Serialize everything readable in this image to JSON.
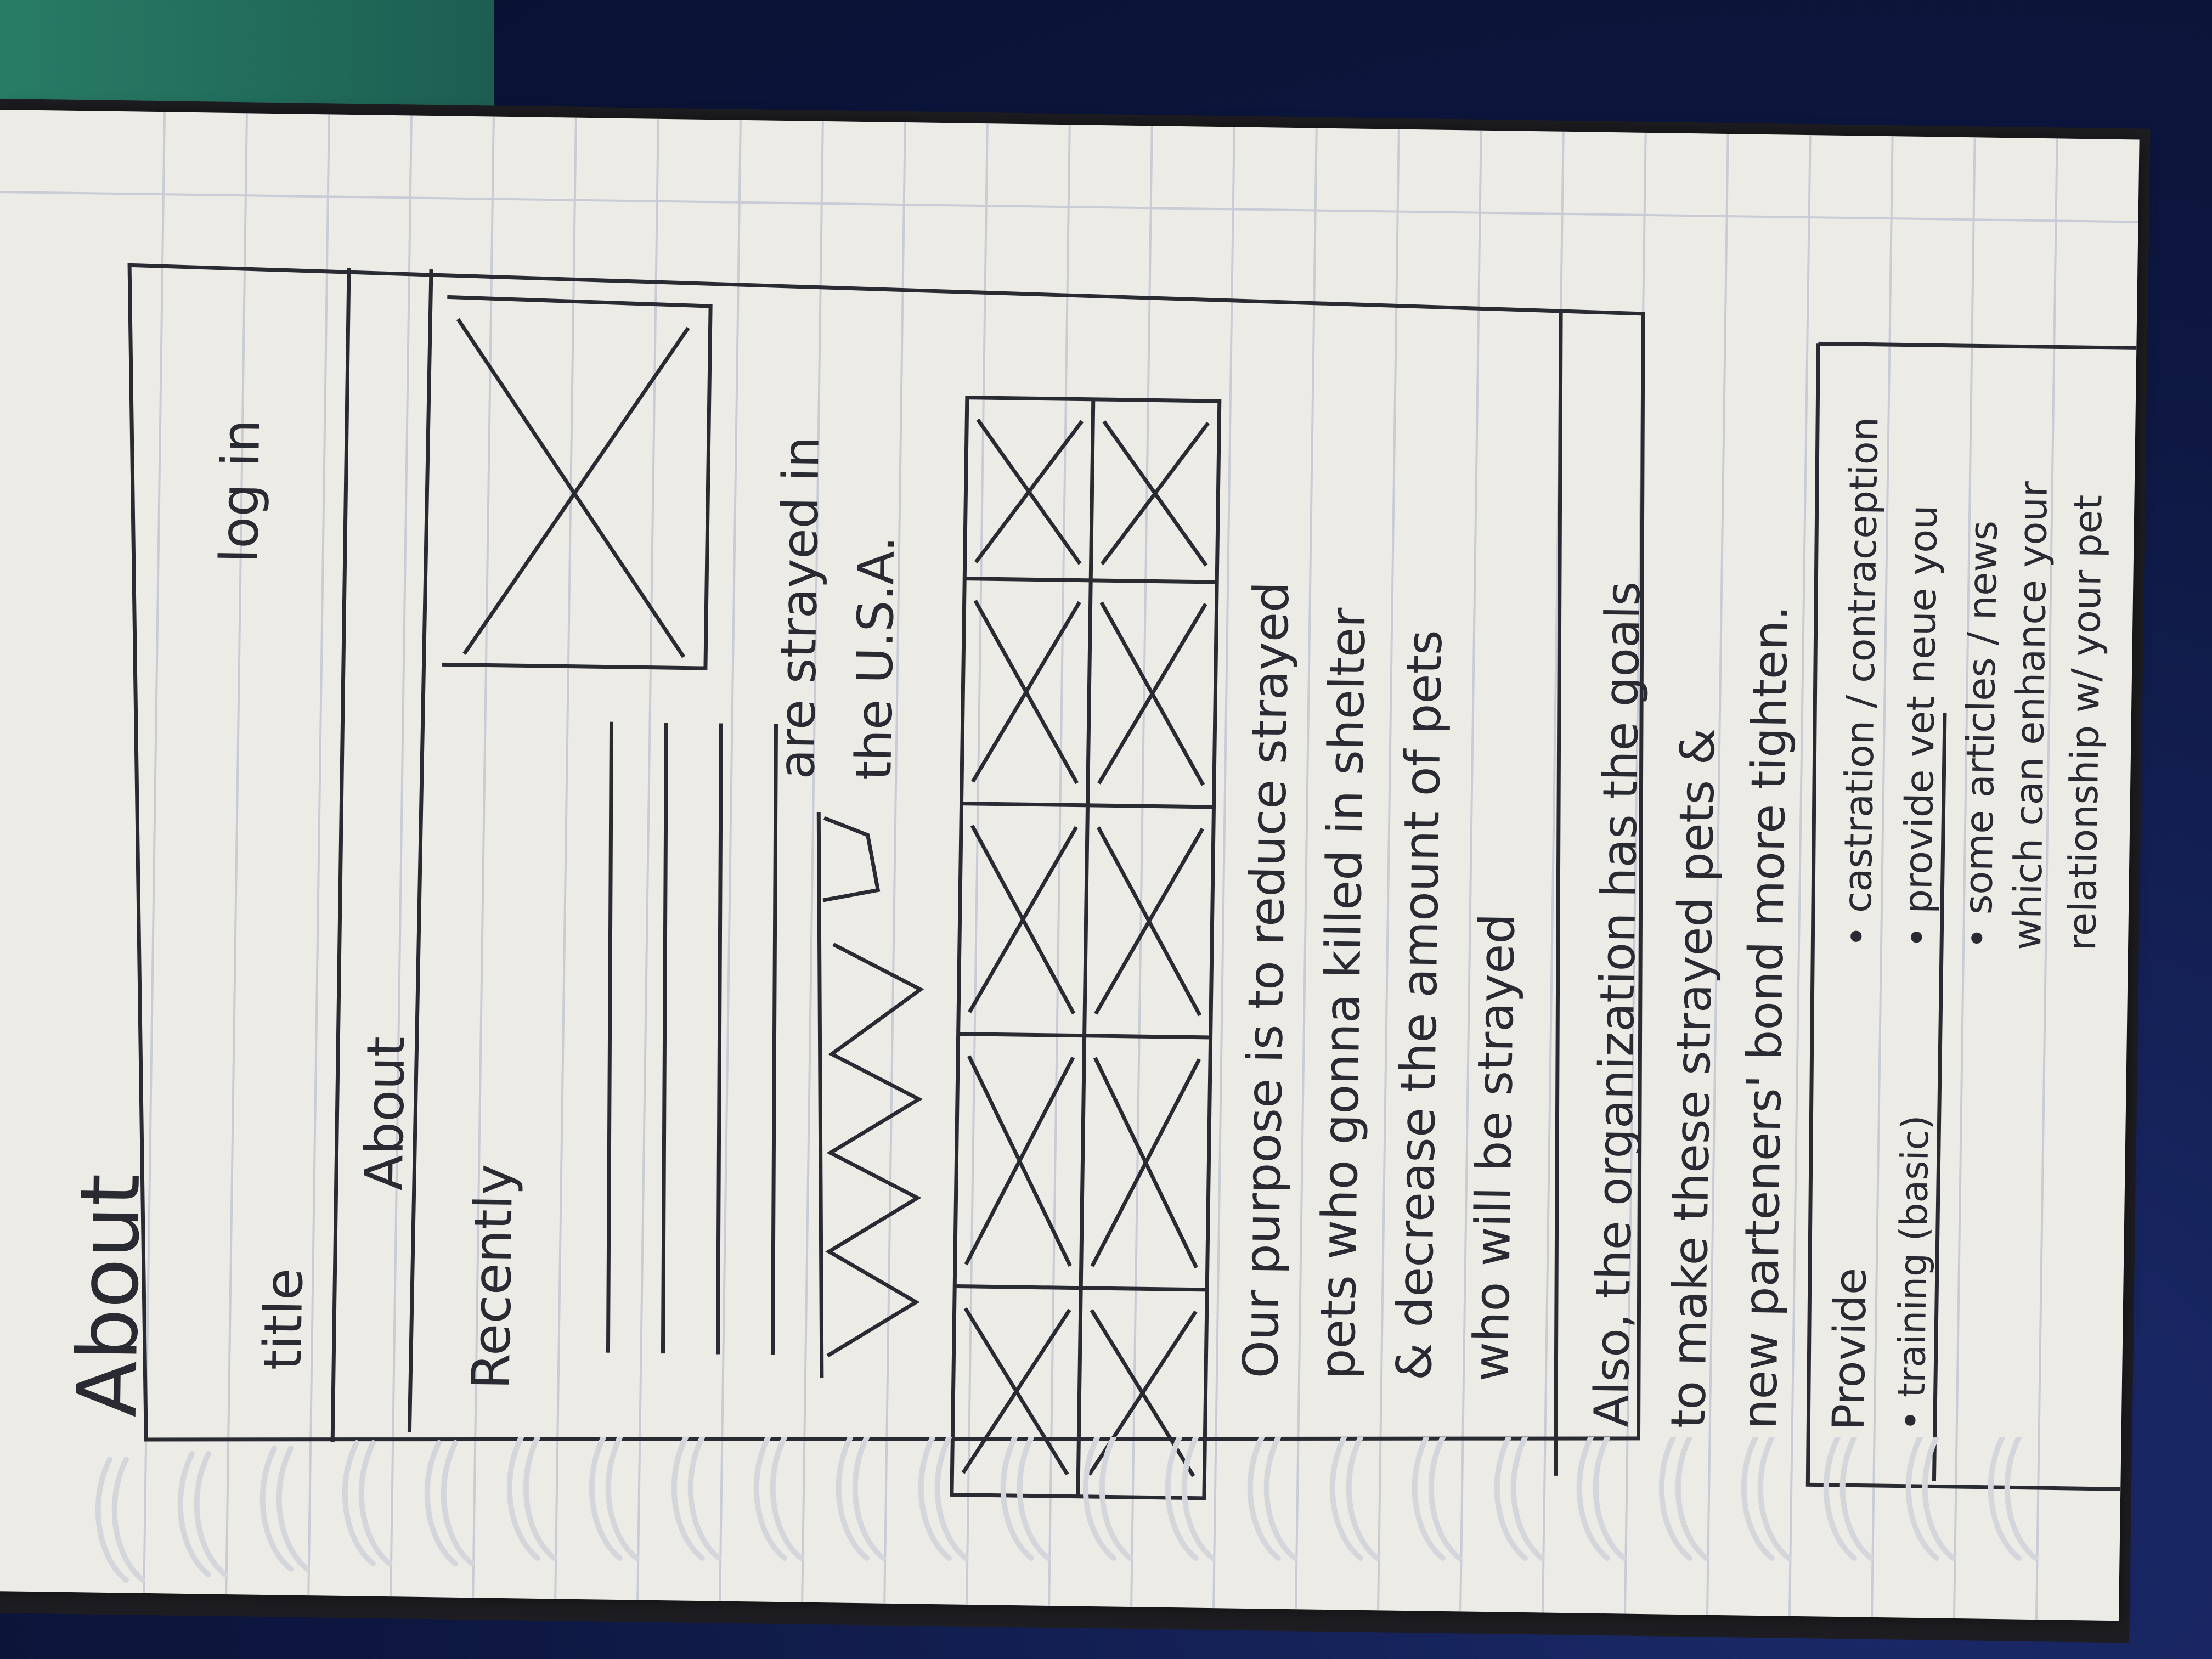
{
  "page_heading": "About",
  "nav": {
    "title_label": "title",
    "about_label": "About",
    "login_label": "log in"
  },
  "recently_label": "Recently",
  "stat_text": [
    "are strayed in",
    "the U.S.A."
  ],
  "purpose_text": [
    "Our purpose is to reduce strayed",
    "pets who gonna killed in shelter",
    "& decrease the amount of pets",
    "who will be strayed"
  ],
  "also_text": [
    "Also, the organization has the goals",
    "to make these strayed pets &",
    "new parteners' bond more tighten."
  ],
  "provide": {
    "heading": "Provide",
    "left_items": [
      "• training (basic)"
    ],
    "right_items": [
      "• castration / contraception",
      "• provide vet neue you",
      "• some articles / news",
      "which can enhance your",
      "relationship w/ your pet"
    ]
  },
  "colors": {
    "paper": "#ecebe6",
    "rule_line": "#c9ccd6",
    "ink": "#2a2a33",
    "cloth": "#0f1a3a"
  }
}
